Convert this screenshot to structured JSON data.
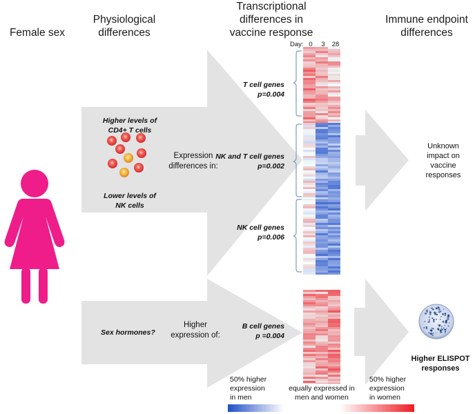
{
  "headers": {
    "col1": "Female sex",
    "col2_line1": "Physiological",
    "col2_line2": "differences",
    "col3_line1": "Transcriptional",
    "col3_line2": "differences in",
    "col3_line3": "vaccine response",
    "col4_line1": "Immune endpoint",
    "col4_line2": "differences"
  },
  "day_axis": {
    "label": "Day:",
    "days": [
      "0",
      "3",
      "28"
    ]
  },
  "upper_arrow": {
    "cd4_line1": "Higher levels of",
    "cd4_line2": "CD4+ T cells",
    "nk_line1": "Lower levels of",
    "nk_line2": "NK cells",
    "expr_line1": "Expression",
    "expr_line2": "differences in:"
  },
  "gene_groups": [
    {
      "name": "T cell genes",
      "p": "p=0.004"
    },
    {
      "name": "NK and T cell genes",
      "p": "p=0.002"
    },
    {
      "name": "NK cell genes",
      "p": "p=0.006"
    }
  ],
  "lower_arrow": {
    "hormones": "Sex hormones?",
    "higher_line1": "Higher",
    "higher_line2": "expression of:",
    "bcell_name": "B cell genes",
    "bcell_p": "p =0.004"
  },
  "endpoints": {
    "unknown_line1": "Unknown",
    "unknown_line2": "impact on",
    "unknown_line3": "vaccine",
    "unknown_line4": "responses",
    "elispot_line1": "Higher ELISPOT",
    "elispot_line2": "responses"
  },
  "legend": {
    "left_line1": "50% higher",
    "left_line2": "expression",
    "left_line3": "in men",
    "mid_line1": "equally expressed in",
    "mid_line2": "men and women",
    "right_line1": "50% higher",
    "right_line2": "expression",
    "right_line3": "in women"
  },
  "colors": {
    "arrow": "#e3e3e3",
    "figure": "#ee1d8a",
    "high_women": "#ee1c25",
    "high_men": "#1f4fc7",
    "cell_red": "#e8303a",
    "cell_yellow": "#f3b62a",
    "bracket": "#7d9cc4"
  }
}
